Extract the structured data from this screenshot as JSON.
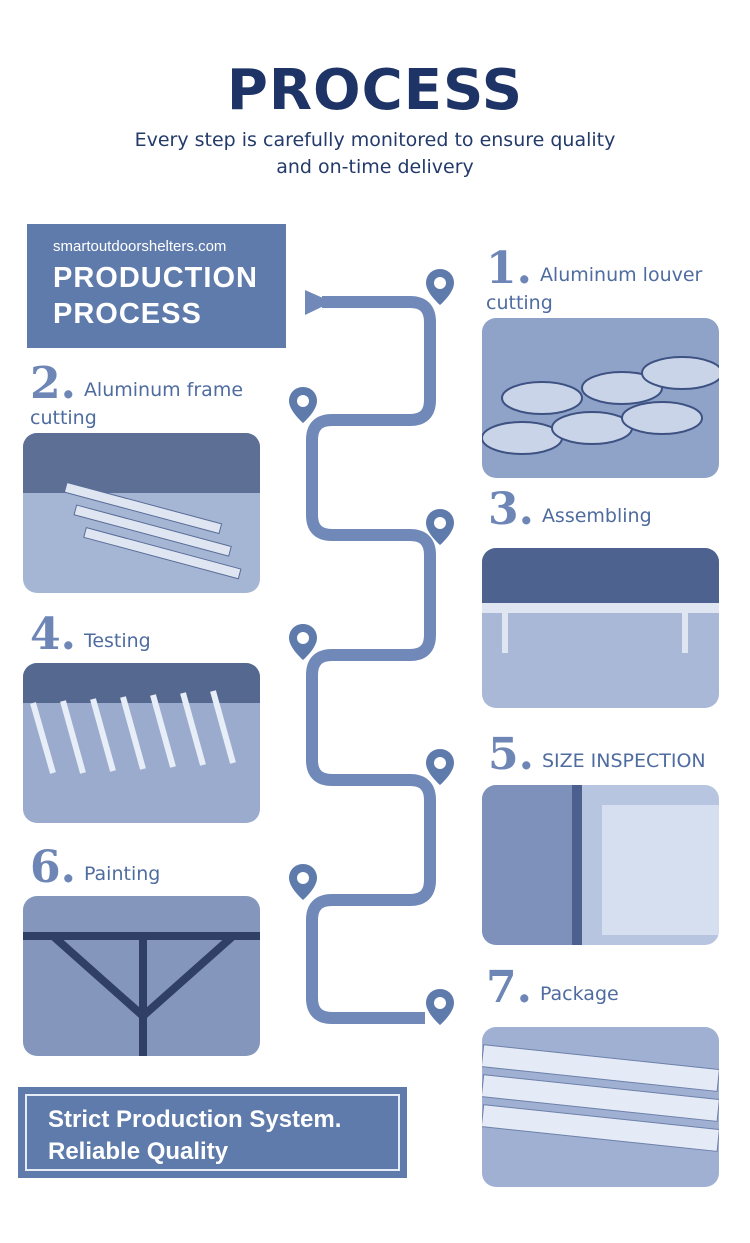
{
  "header": {
    "title": "PROCESS",
    "subtitle_line1": "Every step is carefully monitored to ensure quality",
    "subtitle_line2": "and on-time delivery"
  },
  "banner": {
    "site": "smartoutdoorshelters.com",
    "line1": "PRODUCTION",
    "line2": "PROCESS"
  },
  "steps": [
    {
      "num": "1.",
      "label": "Aluminum louver",
      "label2": "cutting"
    },
    {
      "num": "2.",
      "label": "Aluminum frame",
      "label2": "cutting"
    },
    {
      "num": "3.",
      "label": "Assembling"
    },
    {
      "num": "4.",
      "label": "Testing"
    },
    {
      "num": "5.",
      "label": "SIZE INSPECTION"
    },
    {
      "num": "6.",
      "label": "Painting"
    },
    {
      "num": "7.",
      "label": "Package"
    }
  ],
  "footer": {
    "line1": "Strict Production System.",
    "line2": "Reliable Quality"
  },
  "colors": {
    "navy": "#1f3466",
    "accent": "#5f7bac",
    "path": "#7089b8"
  }
}
